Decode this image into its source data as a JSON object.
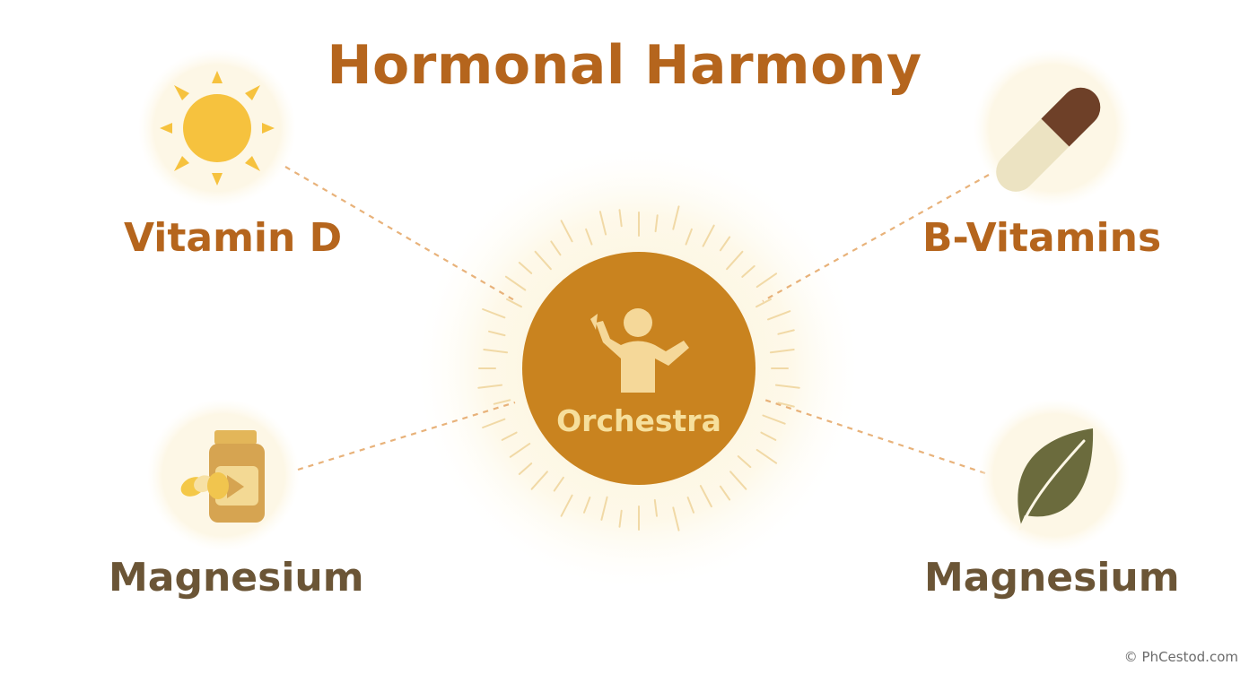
{
  "title": "Hormonal Harmony",
  "center": {
    "label": "Orchestra",
    "icon": "conductor-icon"
  },
  "nodes": [
    {
      "label": "Vitamin D",
      "icon": "sun-icon",
      "color": "#b5651d"
    },
    {
      "label": "B-Vitamins",
      "icon": "capsule-icon",
      "color": "#b5651d"
    },
    {
      "label": "Magnesium",
      "icon": "supplement-bottle-icon",
      "color": "#6b5536"
    },
    {
      "label": "Magnesium",
      "icon": "leaf-icon",
      "color": "#6b5536"
    }
  ],
  "copyright": "© PhCestod.com",
  "colors": {
    "accent": "#c9831f",
    "title": "#b5651d",
    "dashed_line": "#e8b27a",
    "halo": "#fdf5dc"
  }
}
